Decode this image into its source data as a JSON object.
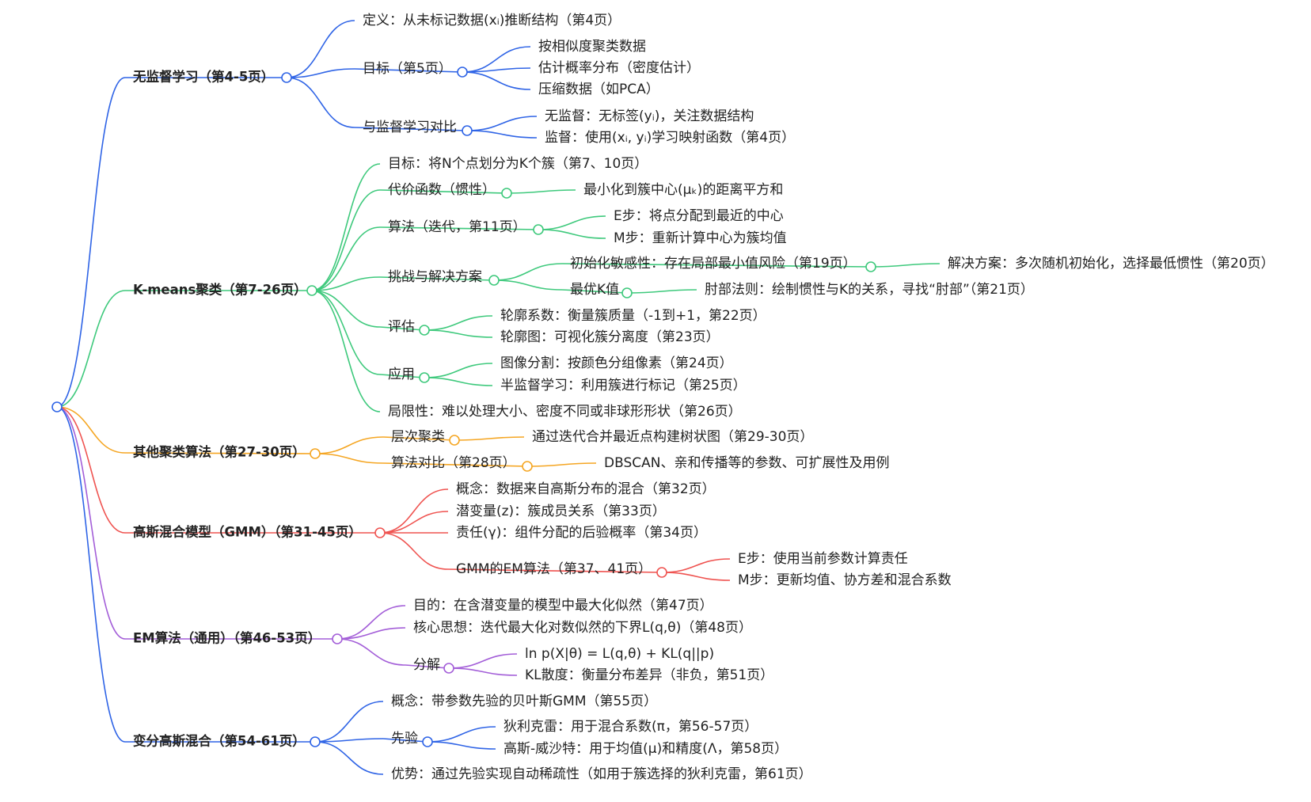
{
  "colors": {
    "blue": "#2f64e6",
    "green": "#3ec97c",
    "orange": "#f5a623",
    "red": "#ef5350",
    "purple": "#a35ed8"
  },
  "mindmap": {
    "branches": [
      {
        "key": "unsupervised",
        "color": "blue",
        "label": "无监督学习（第4-5页）",
        "children": [
          {
            "key": "definition",
            "label": "定义：从未标记数据(xᵢ)推断结构（第4页）"
          },
          {
            "key": "goal",
            "label": "目标（第5页）",
            "children": [
              {
                "key": "goal-1",
                "label": "按相似度聚类数据"
              },
              {
                "key": "goal-2",
                "label": "估计概率分布（密度估计）"
              },
              {
                "key": "goal-3",
                "label": "压缩数据（如PCA）"
              }
            ]
          },
          {
            "key": "compare",
            "label": "与监督学习对比",
            "children": [
              {
                "key": "compare-1",
                "label": "无监督：无标签(yᵢ)，关注数据结构"
              },
              {
                "key": "compare-2",
                "label": "监督：使用(xᵢ, yᵢ)学习映射函数（第4页）"
              }
            ]
          }
        ]
      },
      {
        "key": "kmeans",
        "color": "green",
        "label": "K-means聚类（第7-26页）",
        "children": [
          {
            "key": "km-goal",
            "label": "目标：将N个点划分为K个簇（第7、10页）"
          },
          {
            "key": "km-cost",
            "label": "代价函数（惯性）",
            "children": [
              {
                "key": "km-cost-1",
                "label": "最小化到簇中心(μₖ)的距离平方和"
              }
            ]
          },
          {
            "key": "km-algo",
            "label": "算法（迭代，第11页）",
            "children": [
              {
                "key": "km-algo-e",
                "label": "E步：将点分配到最近的中心"
              },
              {
                "key": "km-algo-m",
                "label": "M步：重新计算中心为簇均值"
              }
            ]
          },
          {
            "key": "km-challenge",
            "label": "挑战与解决方案",
            "children": [
              {
                "key": "km-init",
                "label": "初始化敏感性：存在局部最小值风险（第19页）",
                "children": [
                  {
                    "key": "km-init-sol",
                    "label": "解决方案：多次随机初始化，选择最低惯性（第20页）"
                  }
                ]
              },
              {
                "key": "km-bestk",
                "label": "最优K值",
                "children": [
                  {
                    "key": "km-elbow",
                    "label": "肘部法则：绘制惯性与K的关系，寻找“肘部”（第21页）"
                  }
                ]
              }
            ]
          },
          {
            "key": "km-eval",
            "label": "评估",
            "children": [
              {
                "key": "km-eval-1",
                "label": "轮廓系数：衡量簇质量（-1到+1，第22页）"
              },
              {
                "key": "km-eval-2",
                "label": "轮廓图：可视化簇分离度（第23页）"
              }
            ]
          },
          {
            "key": "km-app",
            "label": "应用",
            "children": [
              {
                "key": "km-app-1",
                "label": "图像分割：按颜色分组像素（第24页）"
              },
              {
                "key": "km-app-2",
                "label": "半监督学习：利用簇进行标记（第25页）"
              }
            ]
          },
          {
            "key": "km-limit",
            "label": "局限性：难以处理大小、密度不同或非球形形状（第26页）"
          }
        ]
      },
      {
        "key": "other",
        "color": "orange",
        "label": "其他聚类算法（第27-30页）",
        "children": [
          {
            "key": "hier",
            "label": "层次聚类",
            "children": [
              {
                "key": "hier-1",
                "label": "通过迭代合并最近点构建树状图（第29-30页）"
              }
            ]
          },
          {
            "key": "algcmp",
            "label": "算法对比（第28页）",
            "children": [
              {
                "key": "algcmp-1",
                "label": "DBSCAN、亲和传播等的参数、可扩展性及用例"
              }
            ]
          }
        ]
      },
      {
        "key": "gmm",
        "color": "red",
        "label": "高斯混合模型（GMM）（第31-45页）",
        "children": [
          {
            "key": "gmm-concept",
            "label": "概念：数据来自高斯分布的混合（第32页）"
          },
          {
            "key": "gmm-latent",
            "label": "潜变量(z)：簇成员关系（第33页）"
          },
          {
            "key": "gmm-resp",
            "label": "责任(γ)：组件分配的后验概率（第34页）"
          },
          {
            "key": "gmm-em",
            "label": "GMM的EM算法（第37、41页）",
            "children": [
              {
                "key": "gmm-em-e",
                "label": "E步：使用当前参数计算责任"
              },
              {
                "key": "gmm-em-m",
                "label": "M步：更新均值、协方差和混合系数"
              }
            ]
          }
        ]
      },
      {
        "key": "em",
        "color": "purple",
        "label": "EM算法（通用）（第46-53页）",
        "children": [
          {
            "key": "em-purpose",
            "label": "目的：在含潜变量的模型中最大化似然（第47页）"
          },
          {
            "key": "em-core",
            "label": "核心思想：迭代最大化对数似然的下界L(q,θ)（第48页）"
          },
          {
            "key": "em-decomp",
            "label": "分解",
            "children": [
              {
                "key": "em-decomp-1",
                "label": "ln p(X|θ) = L(q,θ) + KL(q||p)"
              },
              {
                "key": "em-decomp-2",
                "label": "KL散度：衡量分布差异（非负，第51页）"
              }
            ]
          }
        ]
      },
      {
        "key": "vgmm",
        "color": "blue",
        "label": "变分高斯混合（第54-61页）",
        "children": [
          {
            "key": "vgmm-concept",
            "label": "概念：带参数先验的贝叶斯GMM（第55页）"
          },
          {
            "key": "vgmm-prior",
            "label": "先验",
            "children": [
              {
                "key": "vgmm-prior-1",
                "label": "狄利克雷：用于混合系数(π，第56-57页）"
              },
              {
                "key": "vgmm-prior-2",
                "label": "高斯-威沙特：用于均值(μ)和精度(Λ，第58页）"
              }
            ]
          },
          {
            "key": "vgmm-adv",
            "label": "优势：通过先验实现自动稀疏性（如用于簇选择的狄利克雷，第61页）"
          }
        ]
      }
    ]
  }
}
